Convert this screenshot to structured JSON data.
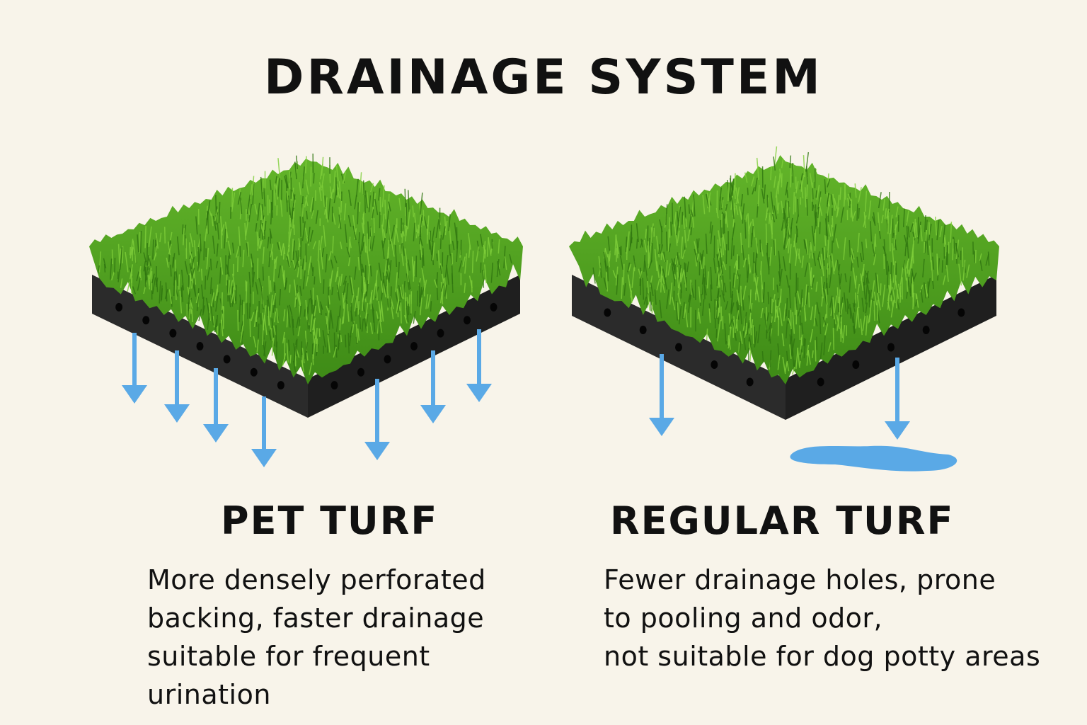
{
  "title": "DRAINAGE SYSTEM",
  "colors": {
    "background": "#f8f4ea",
    "grass": "#4a9a1c",
    "backing": "#262626",
    "water": "#5aa9e6"
  },
  "panels": [
    {
      "label": "PET TURF",
      "description": [
        "More densely perforated",
        "backing, faster drainage",
        "suitable for frequent",
        "urination"
      ]
    },
    {
      "label": "REGULAR TURF",
      "description": [
        "Fewer drainage holes, prone",
        "to pooling and odor,",
        "not suitable for dog potty areas"
      ]
    }
  ]
}
